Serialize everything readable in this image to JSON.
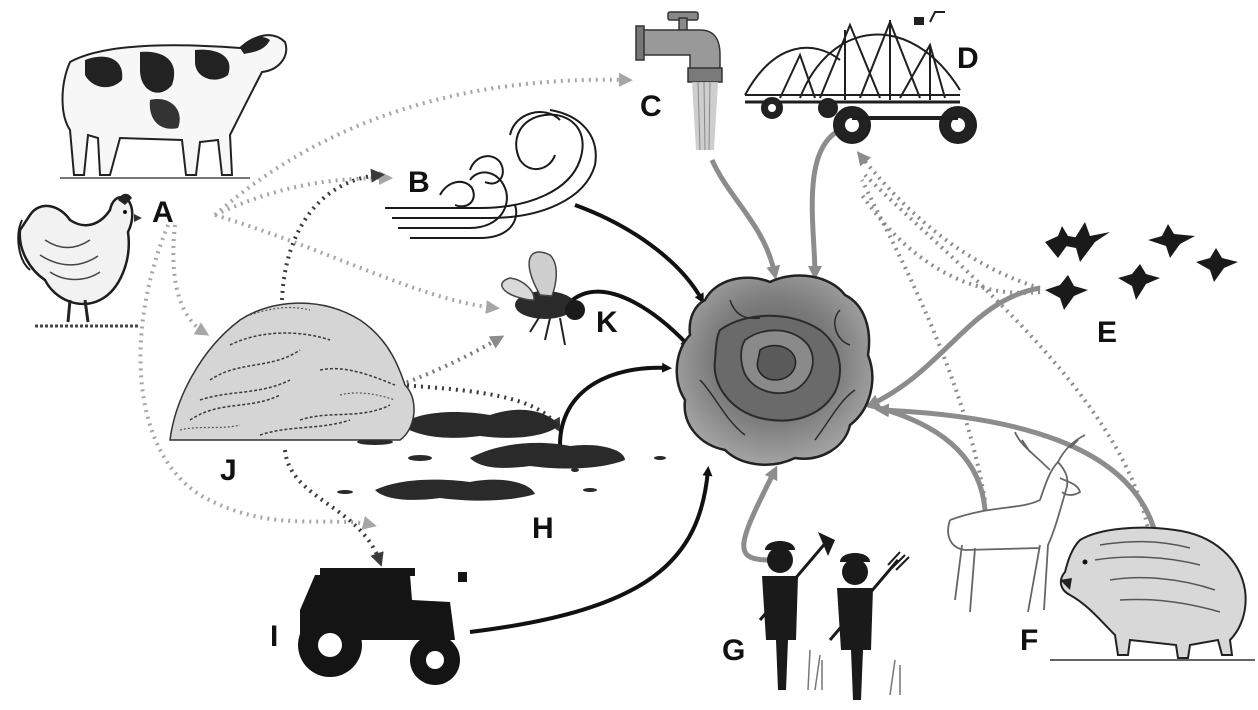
{
  "labels": {
    "A": "A",
    "B": "B",
    "C": "C",
    "D": "D",
    "E": "E",
    "F": "F",
    "G": "G",
    "H": "H",
    "I": "I",
    "J": "J",
    "K": "K"
  },
  "colors": {
    "black_arrow": "#111111",
    "gray_arrow": "#8c8c8c",
    "light_dotted": "#a6a6a6",
    "dark_dotted": "#3a3a3a",
    "mid_dotted": "#7a7a7a",
    "lettuce_dark": "#3d3d3d",
    "lettuce_mid": "#7a7a7a",
    "lettuce_light": "#a8a8a8",
    "silhouette": "#1a1a1a"
  },
  "icons": {
    "A": [
      "cow-icon",
      "chicken-icon"
    ],
    "B": "wind-icon",
    "C": "water-tap-icon",
    "D": "irrigation-pivot-icon",
    "E": "birds-icon",
    "F": [
      "deer-icon",
      "wild-boar-icon"
    ],
    "G": "farm-workers-icon",
    "H": "manure-puddles-icon",
    "I": "tractor-icon",
    "J": "manure-pile-icon",
    "K": "fly-icon",
    "center": "lettuce-icon"
  }
}
